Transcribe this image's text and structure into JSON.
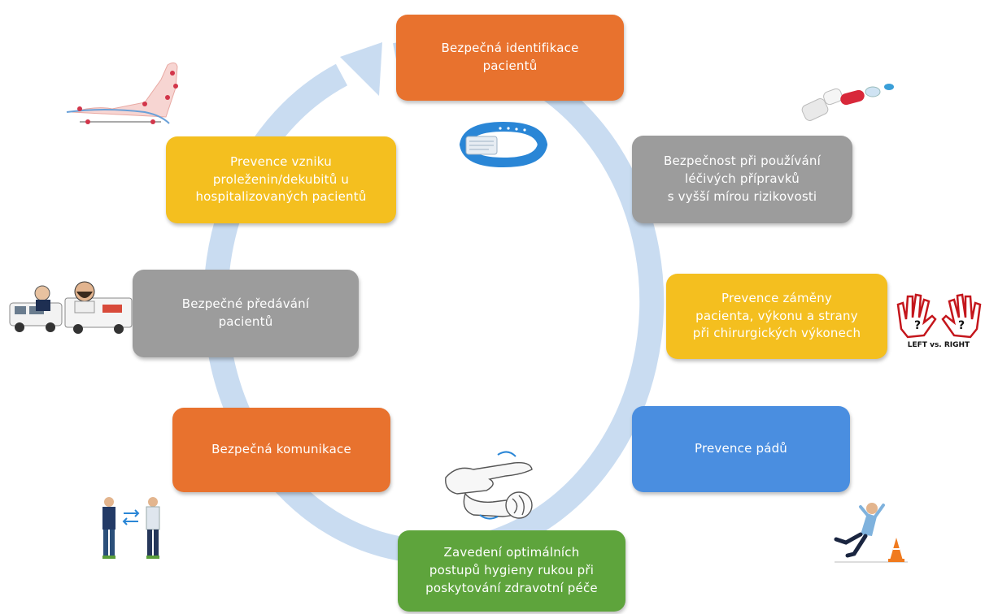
{
  "colors": {
    "orange": "#e8722e",
    "gray": "#9c9c9c",
    "gold": "#f4bf1f",
    "blue": "#4a8ee0",
    "green": "#5ea43c",
    "ring": "#c9dcf1"
  },
  "steps": [
    {
      "id": "identifikace",
      "text": "Bezpečná identifikace\npacientů",
      "color": "orange"
    },
    {
      "id": "leciva",
      "text": "Bezpečnost při používání\nléčivých přípravků\ns vyšší mírou rizikovosti",
      "color": "gray"
    },
    {
      "id": "zamena",
      "text": "Prevence záměny\npacienta, výkonu a strany\npři chirurgických výkonech",
      "color": "gold"
    },
    {
      "id": "pady",
      "text": "Prevence pádů",
      "color": "blue"
    },
    {
      "id": "hygiena",
      "text": "Zavedení optimálních\npostupů hygieny rukou při\nposkytování zdravotní péče",
      "color": "green"
    },
    {
      "id": "komunikace",
      "text": "Bezpečná komunikace",
      "color": "orange"
    },
    {
      "id": "predavani",
      "text": "Bezpečné předávání\npacientů",
      "color": "gray"
    },
    {
      "id": "dekubity",
      "text": "Prevence vzniku\nproleženin/dekubitů u\nhospitalizovaných pacientů",
      "color": "gold"
    }
  ],
  "illustrations": {
    "hands_caption": "LEFT vs. RIGHT",
    "hand_mark": "?"
  }
}
